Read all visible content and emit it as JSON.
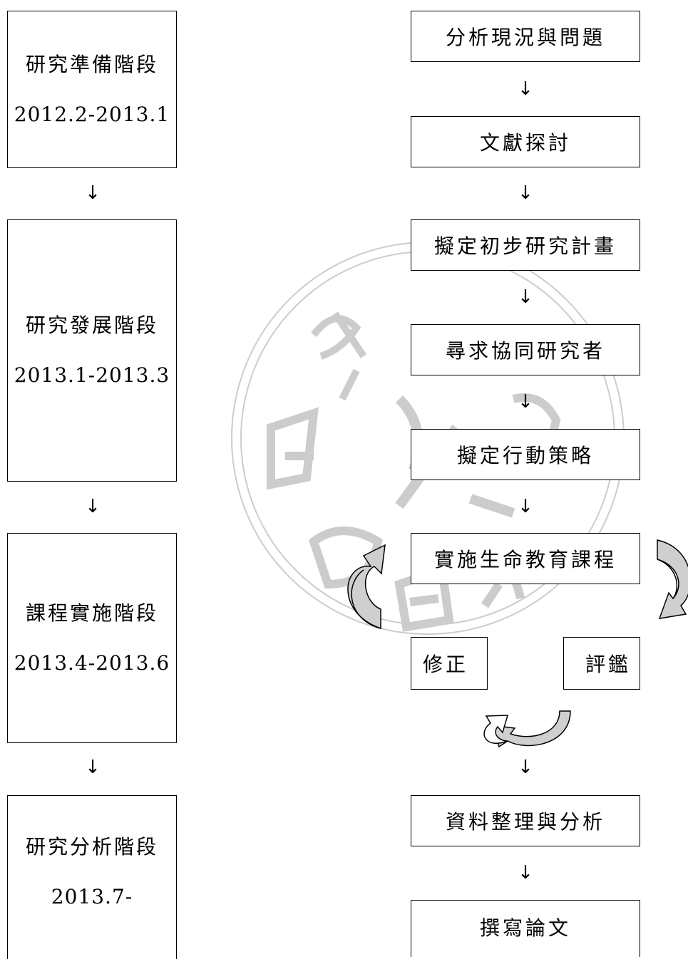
{
  "phases": [
    {
      "name": "研究準備階段",
      "date": "2012.2-2013.1"
    },
    {
      "name": "研究發展階段",
      "date": "2013.1-2013.3"
    },
    {
      "name": "課程實施階段",
      "date": "2013.4-2013.6"
    },
    {
      "name": "研究分析階段",
      "date": "2013.7-"
    }
  ],
  "steps": [
    "分析現況與問題",
    "文獻探討",
    "擬定初步研究計畫",
    "尋求協同研究者",
    "擬定行動策略",
    "實施生命教育課程",
    "資料整理與分析",
    "撰寫論文"
  ],
  "cycle": {
    "revise": "修正",
    "evaluate": "評鑑"
  },
  "arrow_glyph": "↓",
  "colors": {
    "cycle_arrow_fill": "#cfcfcf",
    "watermark": "#bdbdbd"
  }
}
